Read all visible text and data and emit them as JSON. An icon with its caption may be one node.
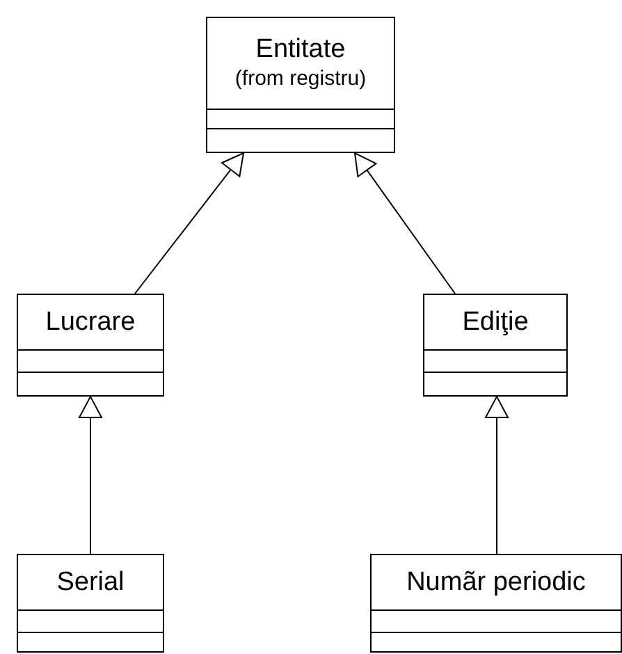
{
  "diagram": {
    "nodes": [
      {
        "text": [
          "Entitate",
          "(from registru)"
        ]
      },
      {
        "text": [
          "Lucrare"
        ]
      },
      {
        "text": [
          "Ediţie"
        ]
      },
      {
        "text": [
          "Serial"
        ]
      },
      {
        "text": [
          "Numãr periodic"
        ]
      }
    ],
    "edges": [
      {
        "from": 1,
        "to": 0,
        "arrow": "to"
      },
      {
        "from": 2,
        "to": 0,
        "arrow": "to"
      },
      {
        "from": 3,
        "to": 1,
        "arrow": "to"
      },
      {
        "from": 4,
        "to": 2,
        "arrow": "to"
      }
    ]
  }
}
